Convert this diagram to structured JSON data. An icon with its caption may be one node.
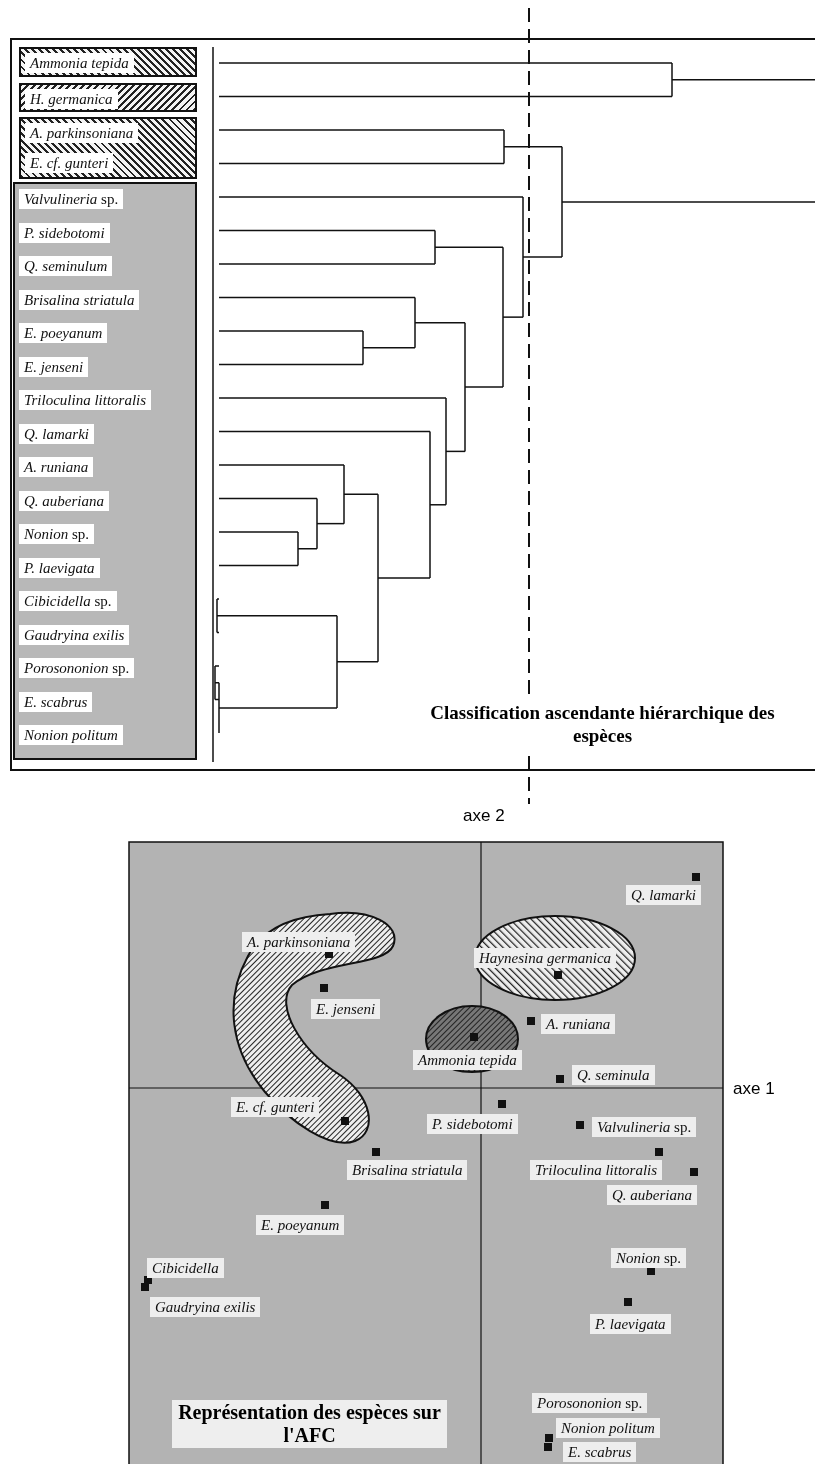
{
  "diagram": {
    "nodes": [
      {
        "text": [
          "Ammonia tepida"
        ]
      },
      {
        "text": [
          "H. germanica"
        ]
      },
      {
        "text": [
          "A. parkinsoniana",
          "E. cf. gunteri"
        ]
      },
      {
        "text": [],
        "shape": "box"
      },
      {
        "text": [
          "*Valvulineria* sp."
        ],
        "in": 3
      },
      {
        "text": [
          "P. sidebotomi"
        ],
        "in": 3
      },
      {
        "text": [
          "Q. seminulum"
        ],
        "in": 3
      },
      {
        "text": [
          "Brisalina striatula"
        ],
        "in": 3
      },
      {
        "text": [
          "E. poeyanum"
        ],
        "in": 3
      },
      {
        "text": [
          "E. jenseni"
        ],
        "in": 3
      },
      {
        "text": [
          "Triloculina littoralis"
        ],
        "in": 3
      },
      {
        "text": [
          "Q. lamarki"
        ],
        "in": 3
      },
      {
        "text": [
          "A. runiana"
        ],
        "in": 3
      },
      {
        "text": [
          "Q. auberiana"
        ],
        "in": 3
      },
      {
        "text": [
          "*Nonion* sp."
        ],
        "in": 3
      },
      {
        "text": [
          "P. laevigata"
        ],
        "in": 3
      },
      {
        "text": [
          "*Cibicidella* sp."
        ],
        "in": 3
      },
      {
        "text": [
          "Gaudryina exilis"
        ],
        "in": 3
      },
      {
        "text": [
          "*Porosononion* sp."
        ],
        "in": 3
      },
      {
        "text": [
          "E. scabrus"
        ],
        "in": 3
      },
      {
        "text": [
          "Nonion politum"
        ],
        "in": 3
      }
    ],
    "labels": [
      "Classification ascendante hiérarchique des espèces",
      "axe 2",
      "Q. lamarki",
      "A. parkinsoniana",
      "Haynesina germanica",
      "E. jenseni",
      "A. runiana",
      "Ammonia tepida",
      "Q. seminula",
      "axe 1",
      "E. cf. gunteri",
      "P. sidebotomi",
      "*Valvulineria* sp.",
      "Brisalina striatula",
      "Triloculina littoralis",
      "Q. auberiana",
      "E. poeyanum",
      "*Nonion* sp.",
      "Cibicidella",
      "Gaudryina exilis",
      "P. laevigata",
      "*Porosononion* sp.",
      "Représentation des espèces sur l'AFC",
      "Nonion politum",
      "E. scabrus"
    ]
  }
}
